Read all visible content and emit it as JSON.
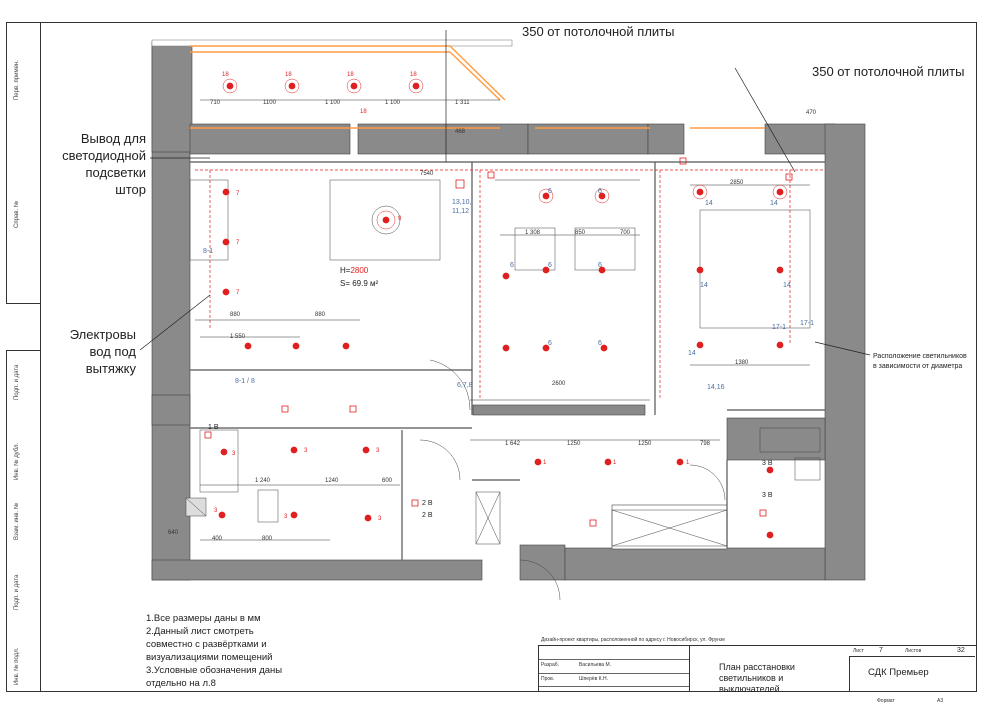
{
  "colors": {
    "wall": "#888888",
    "light_marker": "#e02020",
    "accent_line": "#ff9c40",
    "group_text": "#4a6fa5"
  },
  "ceiling_note_1": "350 от потолочной плиты",
  "ceiling_note_2": "350 от потолочной плиты",
  "callouts": {
    "led_strip": [
      "Вывод для",
      "светодиодной",
      "подсветки",
      "штор"
    ],
    "hood_wiring": [
      "Электровы",
      "вод под",
      "вытяжку"
    ],
    "lamp_position": [
      "Расположение светильников",
      "в зависимости от диаметра"
    ]
  },
  "room": {
    "height_label": "H=",
    "height_value": "2800",
    "area": "S= 69.9 м²"
  },
  "notes": [
    "1.Все размеры даны в мм",
    "2.Данный лист смотреть",
    "совместно с развёртками и",
    "визуализациями помещений",
    "3.Условные обозначения даны",
    "отдельно на л.8"
  ],
  "title_block": {
    "project": "Дизайн-проект квартиры, расположенной по адресу г. Новосибирск, ул. Фрунзе",
    "sheet_title": [
      "План расстановки",
      "светильников и",
      "выключателей"
    ],
    "company": "СДК Премьер",
    "sheet_label": "Лист",
    "sheet_num": "7",
    "sheets_label": "Листов",
    "sheets_total": "32",
    "row1_label": "Разраб.",
    "row1_name": "Васильева М.",
    "row2_label": "Пров.",
    "row2_name": "Шперёв К.Н.",
    "format_label": "Формат",
    "format_value": "А3"
  },
  "margin_labels": [
    "Перв. примен.",
    "Справ. №",
    "Подп. и дата",
    "Инв. № дубл.",
    "Взам. инв. №",
    "Подп. и дата",
    "Инв. № подл."
  ],
  "group_labels": [
    "13,10,",
    "11,12",
    "14",
    "14",
    "14",
    "14",
    "14",
    "14,16",
    "17-1",
    "17-1",
    "8-1",
    "8-1 / 8",
    "6,7,8",
    "6",
    "6",
    "6",
    "6",
    "6",
    "6",
    "6"
  ],
  "switch_labels": [
    "1 В",
    "2 В",
    "2 В",
    "3 В",
    "3 В"
  ]
}
